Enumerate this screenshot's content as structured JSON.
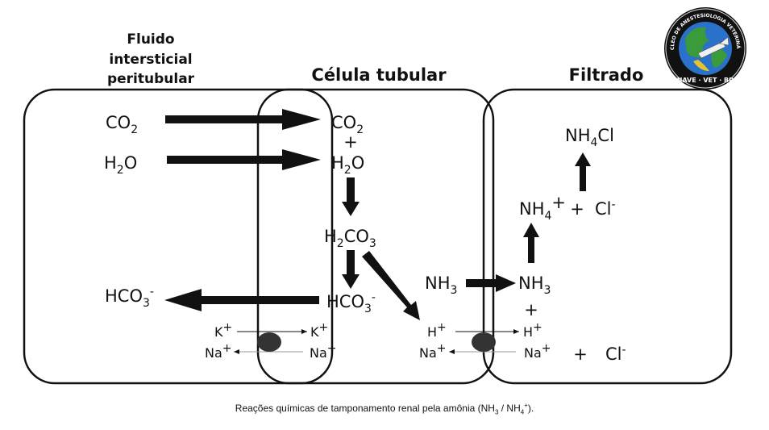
{
  "headers": {
    "interstitial": [
      "Fluido",
      "intersticial",
      "peritubular"
    ],
    "tubular": "Célula tubular",
    "filtrate": "Filtrado"
  },
  "logo": {
    "ring_text": "NÚCLEO DE ANESTESIOLOGIA VETERINÁRIA",
    "bottom_text": "NAVE · VET · BR"
  },
  "species": {
    "co2": {
      "base": "CO",
      "sub": "2"
    },
    "h2o": {
      "pre": "H",
      "sub": "2",
      "post": "O"
    },
    "plus": "+",
    "h2co3": {
      "pre": "H",
      "sub1": "2",
      "mid": "CO",
      "sub2": "3"
    },
    "hco3": {
      "base": "HCO",
      "sub": "3",
      "sup": "-"
    },
    "nh3": {
      "base": "NH",
      "sub": "3"
    },
    "nh4": {
      "base": "NH",
      "sub": "4",
      "sup": "+"
    },
    "nh4cl": {
      "base": "NH",
      "sub": "4",
      "post": "Cl"
    },
    "cl": {
      "base": "Cl",
      "sup": "-"
    },
    "k": {
      "base": "K",
      "sup": "+"
    },
    "na": {
      "base": "Na",
      "sup": "+"
    },
    "h": {
      "base": "H",
      "sup": "+"
    }
  },
  "caption": {
    "prefix": "Reações químicas de tamponamento renal pela amônia (NH",
    "sub1": "3",
    "mid": " / NH",
    "sub2": "4",
    "sup": "+",
    "suffix": ")."
  }
}
